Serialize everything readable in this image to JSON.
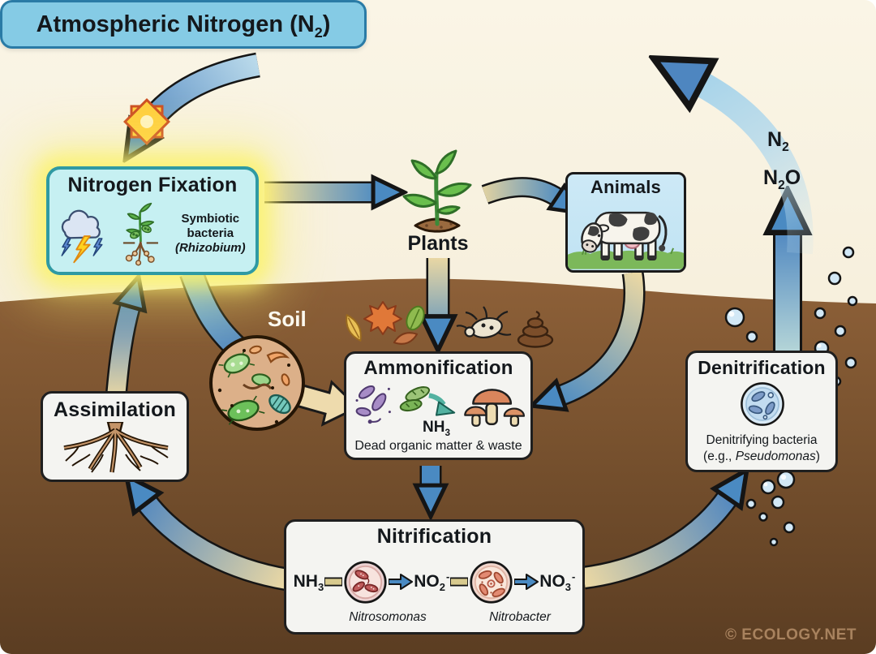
{
  "colors": {
    "sky": "#f8f2e1",
    "soil_top": "#8d6038",
    "soil_bottom": "#5b3d22",
    "atmosphere_box_bg": "#85cbe5",
    "atmosphere_box_border": "#2a7ba6",
    "fixation_box_bg": "#c6f0f2",
    "fixation_box_border": "#2f9aa3",
    "fixation_glow": "#faf26e",
    "arrow_blue": "#4a8ac2",
    "arrow_tan": "#e9d7a4",
    "process_box_bg": "#f4f4f1",
    "process_box_border": "#1f1f1f"
  },
  "atmosphere": {
    "label_pre": "Atmospheric Nitrogen (N",
    "label_sub": "2",
    "label_post": ")"
  },
  "fixation": {
    "title": "Nitrogen Fixation",
    "caption_line1": "Symbiotic",
    "caption_line2": "bacteria",
    "species": "(Rhizobium)"
  },
  "plants": {
    "label": "Plants"
  },
  "animals": {
    "label": "Animals"
  },
  "soil": {
    "label": "Soil"
  },
  "ammonification": {
    "title": "Ammonification",
    "nh3_pre": "NH",
    "nh3_sub": "3",
    "caption": "Dead organic matter & waste"
  },
  "assimilation": {
    "title": "Assimilation"
  },
  "denitrification": {
    "title": "Denitrification",
    "caption_line1": "Denitrifying bacteria",
    "caption_pre": "(e.g., ",
    "caption_species": "Pseudomonas",
    "caption_post": ")"
  },
  "nitrification": {
    "title": "Nitrification",
    "nh3_pre": "NH",
    "nh3_sub": "3",
    "no2_pre": "NO",
    "no2_sub": "2",
    "no2_sup": "-",
    "no3_pre": "NO",
    "no3_sub": "3",
    "no3_sup": "-",
    "bacteria_left": "Nitrosomonas",
    "bacteria_right": "Nitrobacter"
  },
  "gases": {
    "n2_pre": "N",
    "n2_sub": "2",
    "n2o_pre": "N",
    "n2o_sub": "2",
    "n2o_post": "O"
  },
  "footer": {
    "copyright": "© ECOLOGY.NET"
  }
}
